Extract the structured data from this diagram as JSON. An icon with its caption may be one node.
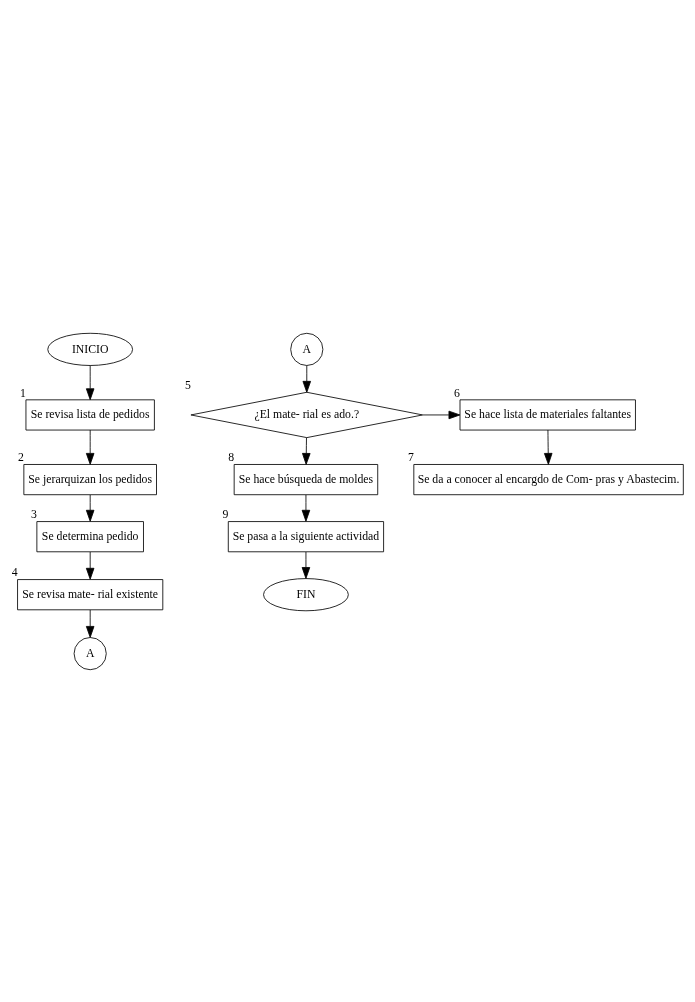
{
  "diagram": {
    "nodes": [
      {
        "text": [
          "INICIO"
        ]
      },
      {
        "text": [
          "Se revisa lista de pedidos"
        ],
        "beside": [
          "1"
        ]
      },
      {
        "text": [
          "Se jerarquizan los pedidos"
        ],
        "beside": [
          "2"
        ]
      },
      {
        "text": [
          "Se determina pedido"
        ],
        "beside": [
          "3"
        ]
      },
      {
        "text": [
          "Se revisa mate- rial existente"
        ],
        "beside": [
          "4"
        ]
      },
      {
        "text": [
          "A"
        ]
      },
      {
        "text": [
          "A"
        ]
      },
      {
        "text": [
          "¿El mate- rial es ado.?"
        ],
        "beside": [
          "5"
        ]
      },
      {
        "text": [
          "Se hace lista de materiales faltantes"
        ],
        "beside": [
          "6"
        ]
      },
      {
        "text": [
          "Se da a conocer al encargdo de Com- pras y Abastecim."
        ],
        "beside": [
          "7"
        ]
      },
      {
        "text": [
          "Se hace búsqueda de moldes"
        ],
        "beside": [
          "8"
        ]
      },
      {
        "text": [
          "Se pasa a la siguiente actividad"
        ],
        "beside": [
          "9"
        ]
      },
      {
        "text": [
          "FIN"
        ]
      }
    ],
    "edges": [
      {
        "from": 0,
        "to": 1,
        "arrow": "to"
      },
      {
        "from": 1,
        "to": 2,
        "arrow": "to"
      },
      {
        "from": 2,
        "to": 3,
        "arrow": "to"
      },
      {
        "from": 3,
        "to": 4,
        "arrow": "to"
      },
      {
        "from": 4,
        "to": 5,
        "arrow": "to"
      },
      {
        "from": 6,
        "to": 7,
        "arrow": "to"
      },
      {
        "from": 7,
        "to": 8,
        "arrow": "to"
      },
      {
        "from": 8,
        "to": 9,
        "arrow": "to"
      },
      {
        "from": 7,
        "to": 10,
        "arrow": "to"
      },
      {
        "from": 10,
        "to": 11,
        "arrow": "to"
      },
      {
        "from": 11,
        "to": 12,
        "arrow": "to"
      }
    ]
  }
}
